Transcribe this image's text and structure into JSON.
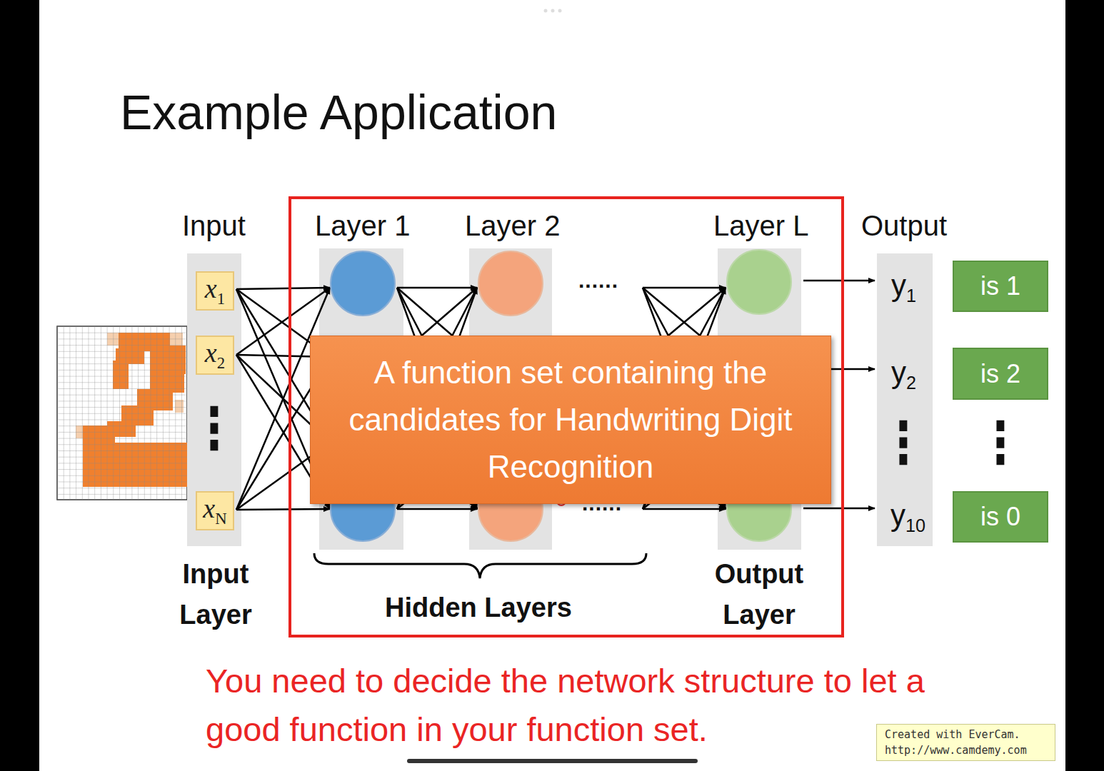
{
  "diagram": {
    "title": "Example Application",
    "nodes": [
      {
        "text": [
          "x1"
        ]
      },
      {
        "text": [
          "x2"
        ]
      },
      {
        "text": [
          "xN"
        ]
      },
      {
        "text": [
          "A function set containing the candidates for Handwriting Digit Recognition"
        ]
      },
      {
        "text": [
          "is 1"
        ]
      },
      {
        "text": [
          "is 2"
        ]
      },
      {
        "text": [
          "is 0"
        ]
      }
    ],
    "labels": [
      "Input",
      "Layer 1",
      "Layer 2",
      "Layer L",
      "Output",
      "⋮",
      "......",
      "......",
      "y1",
      "y2",
      "⋮",
      "y10",
      "⋮",
      "Input Layer",
      "Hidden Layers",
      "Output Layer",
      "You need to decide the network structure to let a good function in your function set.",
      "Created with EverCam.",
      "http://www.camdemy.com"
    ]
  }
}
